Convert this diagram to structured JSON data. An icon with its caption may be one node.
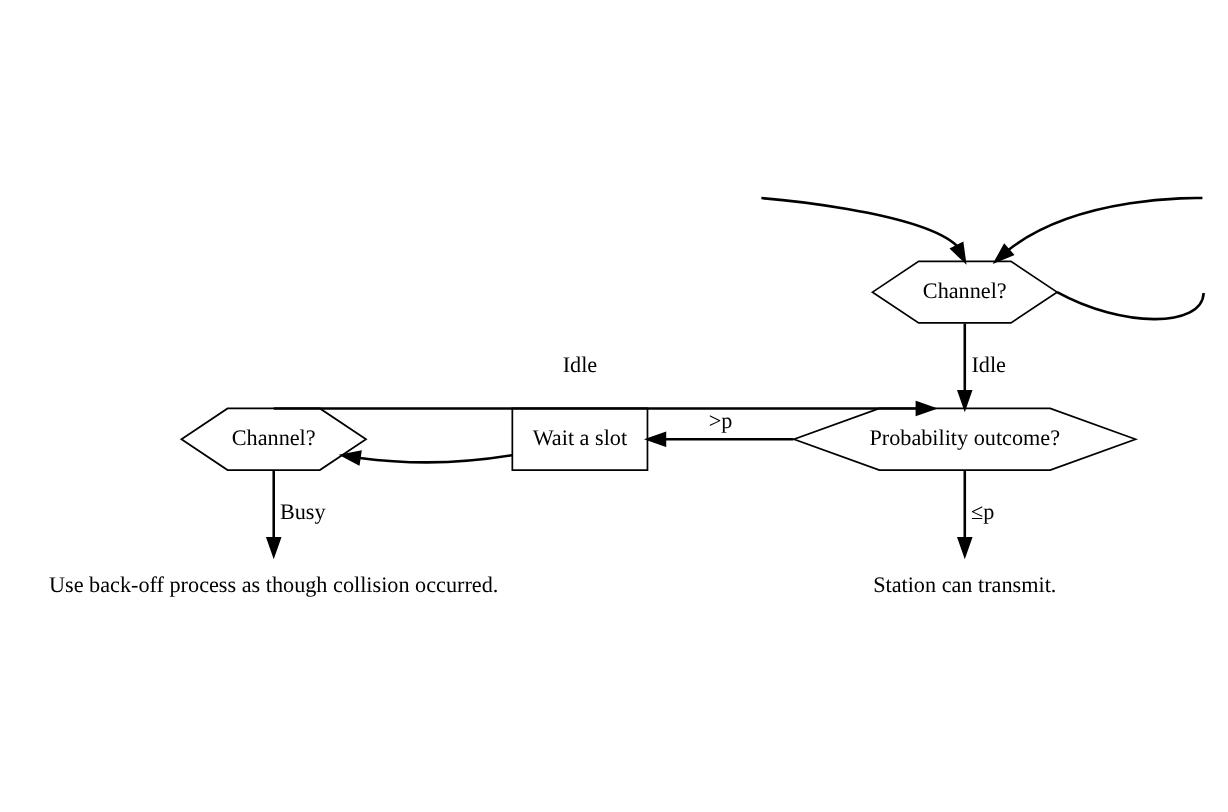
{
  "diagram": {
    "nodes": [
      {
        "text": [
          "Channel?"
        ]
      },
      {
        "text": [
          "Probability outcome?"
        ]
      },
      {
        "text": [
          "Wait a slot"
        ]
      },
      {
        "text": [
          "Channel?"
        ]
      },
      {
        "text": [
          "Use back-off process as though collision occurred."
        ]
      },
      {
        "text": [
          "Station can transmit."
        ]
      }
    ],
    "edges": [
      {
        "from": null,
        "to": 0,
        "arrow": "to"
      },
      {
        "from": null,
        "to": 0,
        "arrow": "to"
      },
      {
        "from": 0,
        "to": null,
        "arrow": "none"
      },
      {
        "from": 0,
        "to": 1,
        "label": "Idle",
        "arrow": "to"
      },
      {
        "from": 1,
        "to": 2,
        "label": ">p",
        "arrow": "to"
      },
      {
        "from": 2,
        "to": 3,
        "arrow": "to"
      },
      {
        "from": 3,
        "to": 1,
        "label": "Idle",
        "arrow": "to"
      },
      {
        "from": 3,
        "to": 4,
        "label": "Busy",
        "arrow": "to"
      },
      {
        "from": 1,
        "to": 5,
        "label": "≤p",
        "arrow": "to"
      }
    ]
  }
}
